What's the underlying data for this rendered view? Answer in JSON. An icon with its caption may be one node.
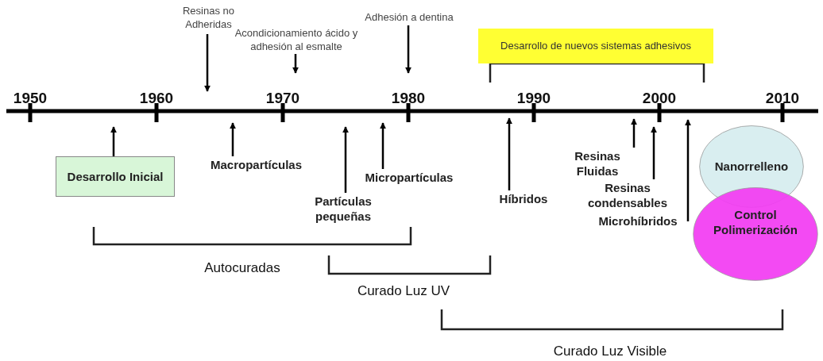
{
  "diagram": {
    "nodes": [
      {
        "text": [
          "Resinas no Adheridas"
        ]
      },
      {
        "text": [
          "Acondicionamiento ácido y adhesión al esmalte"
        ]
      },
      {
        "text": [
          "Adhesión a dentina"
        ]
      },
      {
        "text": [
          "Desarrollo de nuevos sistemas adhesivos"
        ]
      },
      {
        "text": [
          "Desarrollo Inicial"
        ]
      },
      {
        "text": [
          "Macropartículas"
        ]
      },
      {
        "text": [
          "Partículas pequeñas"
        ]
      },
      {
        "text": [
          "Micropartículas"
        ]
      },
      {
        "text": [
          "Híbridos"
        ]
      },
      {
        "text": [
          "Resinas Fluidas"
        ]
      },
      {
        "text": [
          "Resinas condensables"
        ]
      },
      {
        "text": [
          "Microhíbridos"
        ]
      },
      {
        "text": [
          "Nanorrelleno"
        ]
      },
      {
        "text": [
          "Control Polimerización"
        ]
      }
    ],
    "edges": [
      {
        "from": 0,
        "to": null,
        "arrow": "to"
      },
      {
        "from": 1,
        "to": null,
        "arrow": "to"
      },
      {
        "from": 2,
        "to": null,
        "arrow": "to"
      },
      {
        "from": 4,
        "to": null,
        "arrow": "to"
      },
      {
        "from": 5,
        "to": null,
        "arrow": "to"
      },
      {
        "from": 6,
        "to": null,
        "arrow": "to"
      },
      {
        "from": 7,
        "to": null,
        "arrow": "to"
      },
      {
        "from": 8,
        "to": null,
        "arrow": "to"
      },
      {
        "from": 9,
        "to": null,
        "arrow": "to"
      },
      {
        "from": 10,
        "to": null,
        "arrow": "to"
      },
      {
        "from": 11,
        "to": null,
        "arrow": "to"
      }
    ],
    "labels": [
      "1950",
      "1960",
      "1970",
      "1980",
      "1990",
      "2000",
      "2010",
      "Autocuradas",
      "Curado Luz UV",
      "Curado Luz Visible"
    ]
  }
}
